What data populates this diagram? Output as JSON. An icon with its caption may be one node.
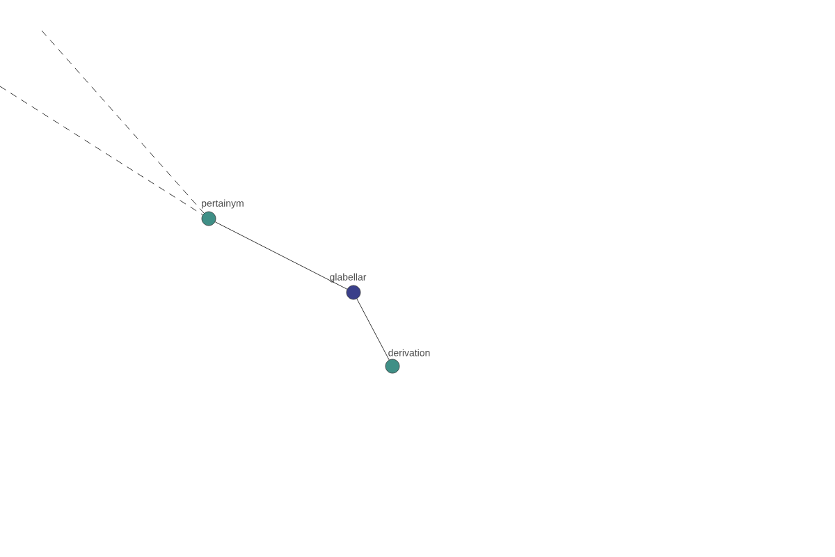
{
  "diagram": {
    "nodes": [
      {
        "text": [
          "pertainym"
        ]
      },
      {
        "text": [
          "glabellar"
        ]
      },
      {
        "text": [
          "derivation"
        ]
      }
    ],
    "edges": [
      {
        "from": null,
        "to": 0,
        "arrow": "none",
        "style": "dashed"
      },
      {
        "from": null,
        "to": 0,
        "arrow": "none",
        "style": "dashed"
      },
      {
        "from": 0,
        "to": 1,
        "arrow": "none"
      },
      {
        "from": 1,
        "to": 2,
        "arrow": "none"
      }
    ]
  }
}
